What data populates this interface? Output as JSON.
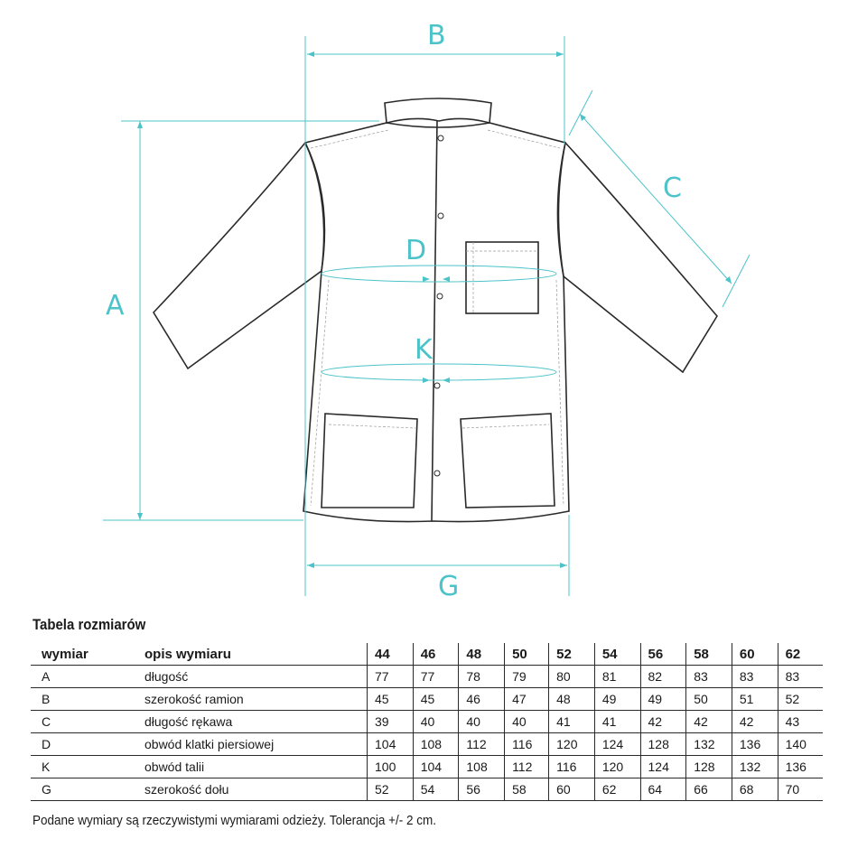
{
  "dimension_labels": {
    "A": "A",
    "B": "B",
    "C": "C",
    "D": "D",
    "K": "K",
    "G": "G"
  },
  "table_title": "Tabela rozmiarów",
  "table": {
    "header": {
      "code": "wymiar",
      "desc": "opis wymiaru",
      "sizes": [
        "44",
        "46",
        "48",
        "50",
        "52",
        "54",
        "56",
        "58",
        "60",
        "62"
      ]
    },
    "rows": [
      {
        "code": "A",
        "desc": "długość",
        "values": [
          "77",
          "77",
          "78",
          "79",
          "80",
          "81",
          "82",
          "83",
          "83",
          "83"
        ]
      },
      {
        "code": "B",
        "desc": "szerokość ramion",
        "values": [
          "45",
          "45",
          "46",
          "47",
          "48",
          "49",
          "49",
          "50",
          "51",
          "52"
        ]
      },
      {
        "code": "C",
        "desc": "długość rękawa",
        "values": [
          "39",
          "40",
          "40",
          "40",
          "41",
          "41",
          "42",
          "42",
          "42",
          "43"
        ]
      },
      {
        "code": "D",
        "desc": "obwód klatki piersiowej",
        "values": [
          "104",
          "108",
          "112",
          "116",
          "120",
          "124",
          "128",
          "132",
          "136",
          "140"
        ]
      },
      {
        "code": "K",
        "desc": "obwód talii",
        "values": [
          "100",
          "104",
          "108",
          "112",
          "116",
          "120",
          "124",
          "128",
          "132",
          "136"
        ]
      },
      {
        "code": "G",
        "desc": "szerokość dołu",
        "values": [
          "52",
          "54",
          "56",
          "58",
          "60",
          "62",
          "64",
          "66",
          "68",
          "70"
        ]
      }
    ]
  },
  "note": "Podane wymiary są rzeczywistymi wymiarami odzieży. Tolerancja  +/- 2 cm.",
  "colors": {
    "accent": "#4cc3c9",
    "outline": "#2a2a2a"
  }
}
